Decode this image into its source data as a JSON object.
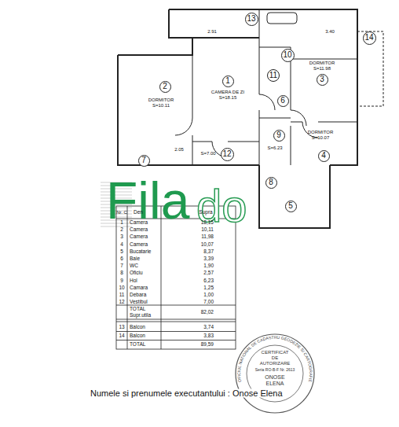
{
  "diagram": {
    "nodes": [
      {
        "text": [
          "13"
        ]
      },
      {
        "text": [
          "14"
        ]
      },
      {
        "text": [
          "10"
        ]
      },
      {
        "text": [
          "3"
        ]
      },
      {
        "text": [
          "1"
        ]
      },
      {
        "text": [
          "11"
        ]
      },
      {
        "text": [
          "2"
        ]
      },
      {
        "text": [
          "6"
        ]
      },
      {
        "text": [
          "9"
        ]
      },
      {
        "text": [
          "12"
        ]
      },
      {
        "text": [
          "4"
        ]
      },
      {
        "text": [
          "7"
        ]
      },
      {
        "text": [
          "8"
        ]
      },
      {
        "text": [
          "5"
        ]
      }
    ],
    "labels": [
      "DORMITOR",
      "S=10.11",
      "CAMERA DE ZI",
      "S=18.15",
      "DORMITOR",
      "S=11.98",
      "DORMITOR",
      "S=10.07",
      "S=6.23",
      "S=7.00",
      "2.91",
      "3.40",
      "2.05",
      "Nr. C",
      "Den",
      "Supra",
      "1",
      "Camera",
      "18,15",
      "2",
      "Camera",
      "10,11",
      "3",
      "Camera",
      "11,98",
      "4",
      "Camera",
      "10,07",
      "5",
      "Bucatarie",
      "8,37",
      "6",
      "Baie",
      "3,39",
      "7",
      "WC",
      "1,90",
      "8",
      "Oficiu",
      "2,57",
      "9",
      "Hol",
      "6,23",
      "10",
      "Camara",
      "1,25",
      "11",
      "Debara",
      "1,00",
      "12",
      "Vestibul",
      "7,00",
      "TOTAL",
      "Supr.utila",
      "82,02",
      "13",
      "Balcon",
      "3,74",
      "14",
      "Balcon",
      "3,83",
      "TOTAL",
      "89,59",
      "Fila",
      "do",
      "Numele si prenumele executantului : Onose Elena",
      "CERTIFICAT",
      "DE",
      "AUTORIZARE",
      "Seria RO-B-F Nr. 2613",
      "ONOSE",
      "ELENA",
      "OFICIUL NATIONAL DE CADASTRU GEODEZIE SI CARTOGRAFIE"
    ]
  }
}
